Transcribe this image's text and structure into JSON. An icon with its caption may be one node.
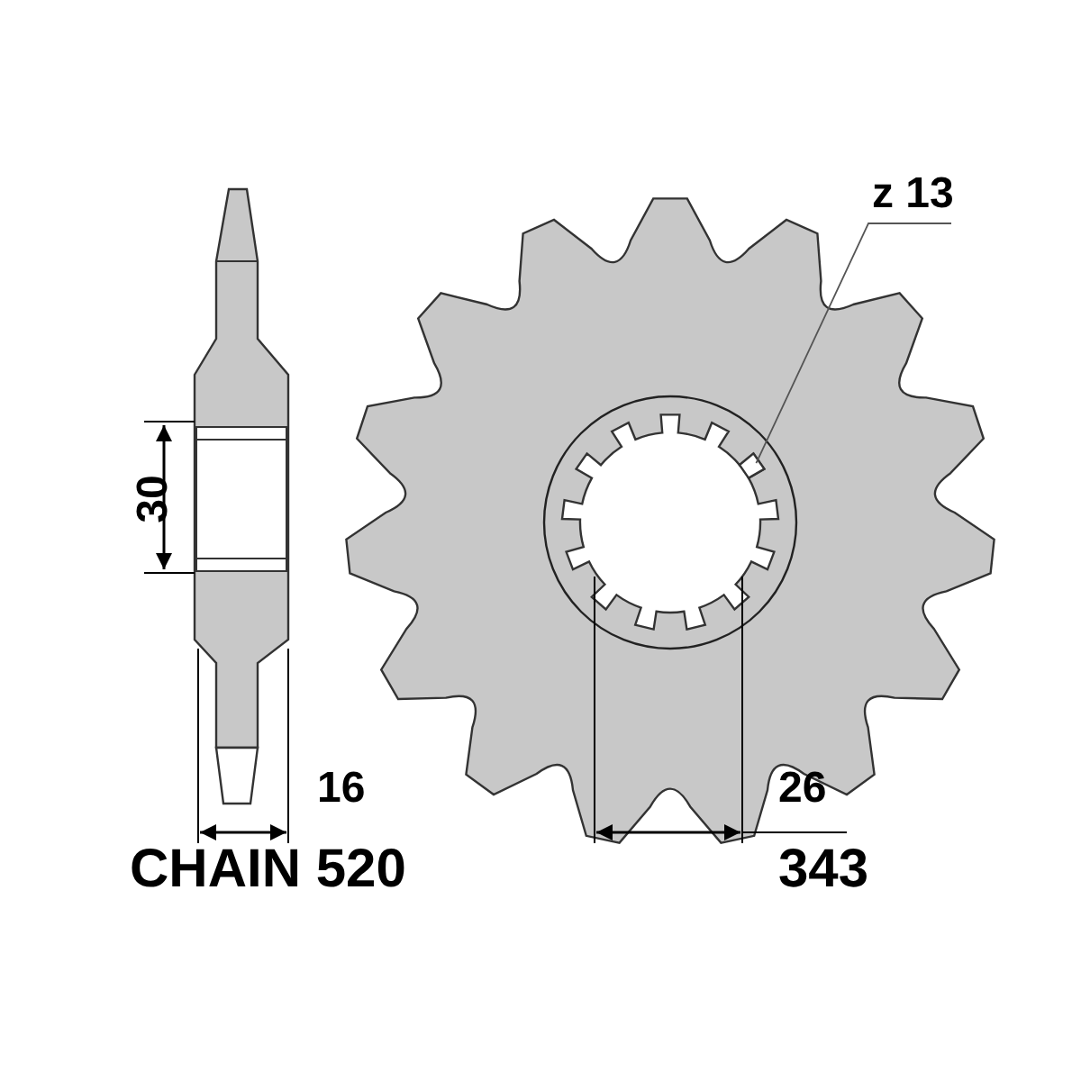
{
  "diagram": {
    "nodes": [
      {
        "text": [
          "z 13"
        ]
      },
      {
        "text": [],
        "shape": "box"
      }
    ],
    "edges": [
      {
        "from": 0,
        "to": 1,
        "arrow": "none"
      }
    ],
    "labels": [
      "30",
      "16",
      "26",
      "CHAIN 520",
      "343"
    ]
  }
}
